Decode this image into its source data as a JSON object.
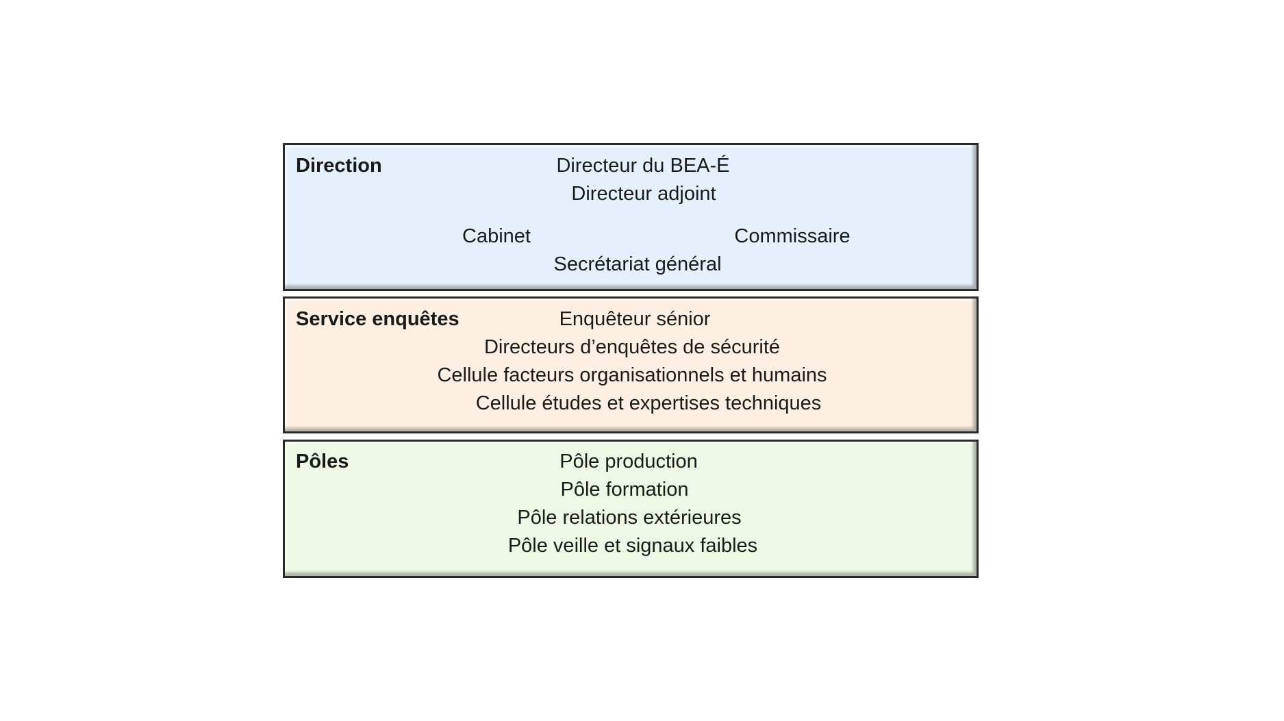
{
  "direction": {
    "title": "Direction",
    "lines": [
      "Directeur du BEA-É",
      "Directeur adjoint"
    ],
    "left_item": "Cabinet",
    "right_item": "Commissaire",
    "bottom_line": "Secrétariat général"
  },
  "enquetes": {
    "title": "Service enquêtes",
    "lines": [
      "Enquêteur sénior",
      "Directeurs d’enquêtes de sécurité",
      "Cellule facteurs organisationnels et humains",
      "Cellule études et expertises techniques"
    ]
  },
  "poles": {
    "title": "Pôles",
    "lines": [
      "Pôle production",
      "Pôle formation",
      "Pôle relations extérieures",
      "Pôle veille et signaux faibles"
    ]
  },
  "colors": {
    "direction_bg": "#e6f0fc",
    "enquetes_bg": "#fdf0e2",
    "poles_bg": "#edf9e4",
    "border": "#2a2a2a"
  }
}
